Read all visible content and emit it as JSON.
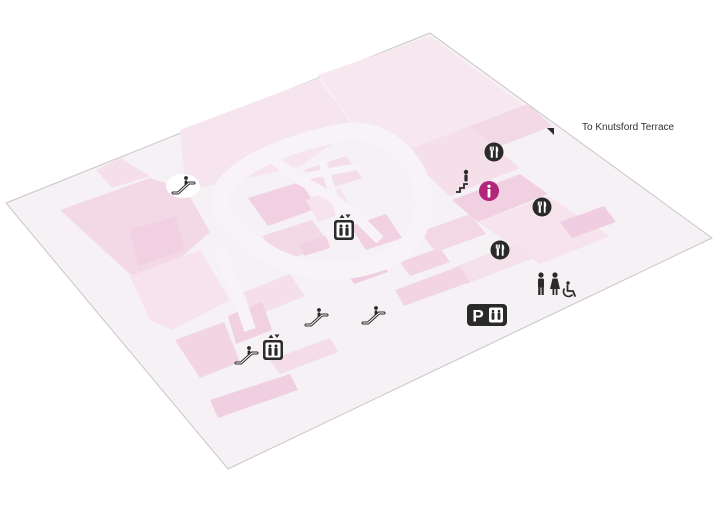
{
  "map": {
    "destination_label": "To Knutsford Terrace",
    "colors": {
      "floor": "#f5f1f4",
      "floor_edge": "#c9c5c8",
      "zone_light": "#f6e6ee",
      "zone_mid": "#f3d9e6",
      "zone_strong": "#f0cddf",
      "icon_dark": "#2a2a2a",
      "info_accent": "#b0267a"
    },
    "icons": [
      {
        "id": "restaurant-1",
        "name": "restaurant-icon"
      },
      {
        "id": "restaurant-2",
        "name": "restaurant-icon"
      },
      {
        "id": "restaurant-3",
        "name": "restaurant-icon"
      },
      {
        "id": "information",
        "name": "information-icon"
      },
      {
        "id": "stairs",
        "name": "stairs-icon"
      },
      {
        "id": "escalator-1",
        "name": "escalator-icon"
      },
      {
        "id": "escalator-2",
        "name": "escalator-icon"
      },
      {
        "id": "escalator-3",
        "name": "escalator-icon"
      },
      {
        "id": "escalator-4",
        "name": "escalator-icon"
      },
      {
        "id": "lift-1",
        "name": "lift-icon"
      },
      {
        "id": "lift-2",
        "name": "lift-icon"
      },
      {
        "id": "parking-lift",
        "name": "parking-icon"
      },
      {
        "id": "toilets",
        "name": "toilets-icon"
      },
      {
        "id": "accessible",
        "name": "accessible-toilet-icon"
      }
    ]
  }
}
